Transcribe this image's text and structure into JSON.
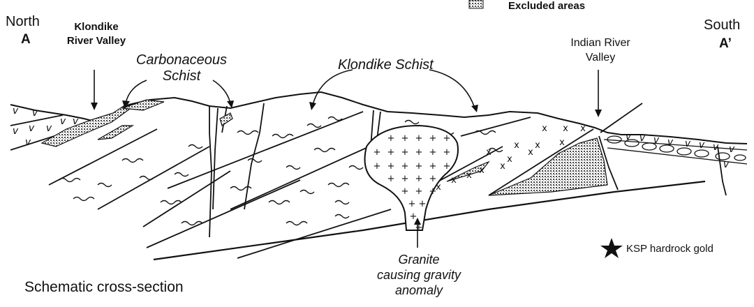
{
  "legend": {
    "excluded": "Excluded areas",
    "hardrock": "KSP hardrock gold"
  },
  "ends": {
    "north": "North",
    "north_code": "A",
    "south": "South",
    "south_code": "A’"
  },
  "labels": {
    "klondike_river": [
      "Klondike",
      "River Valley"
    ],
    "carbonaceous": [
      "Carbonaceous",
      "Schist"
    ],
    "klondike_schist": "Klondike Schist",
    "indian_river": [
      "Indian River",
      "Valley"
    ],
    "granite": [
      "Granite",
      "causing gravity",
      "anomaly"
    ]
  },
  "caption": "Schematic cross-section",
  "colors": {
    "ink": "#111111",
    "stipple": "#555555"
  },
  "icons": {
    "hardrock": "star-icon",
    "excluded": "stipple-swatch-icon"
  }
}
